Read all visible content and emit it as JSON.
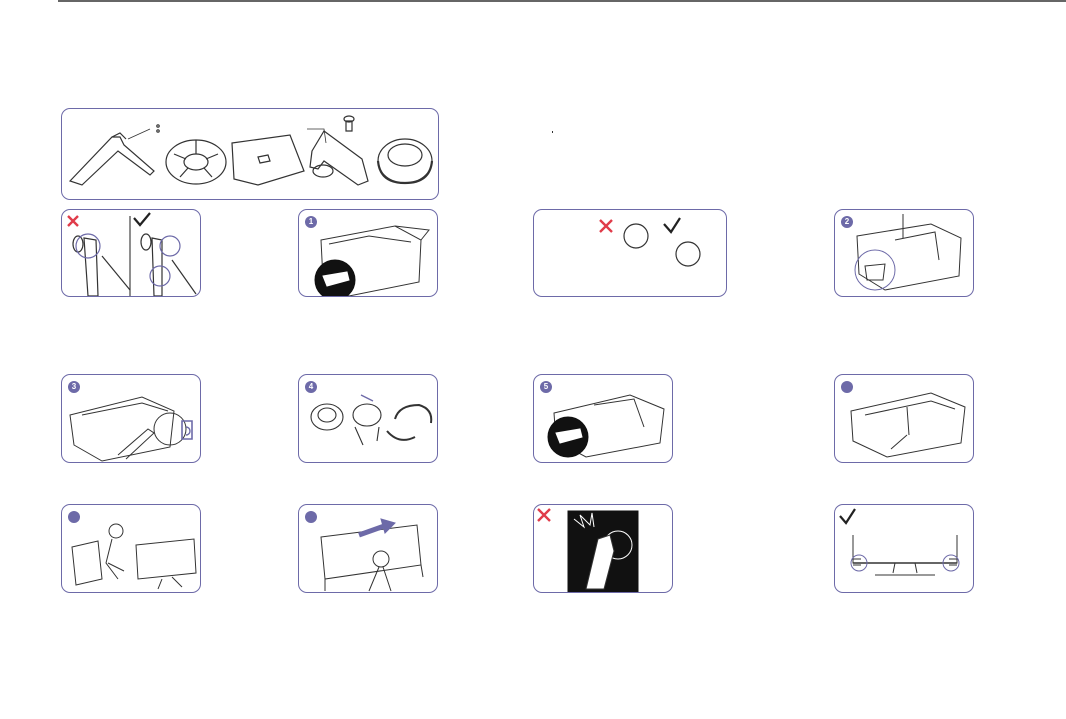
{
  "steps": {
    "s1": "1",
    "s2": "2",
    "s3": "3",
    "s4": "4",
    "s5": "5",
    "s6": "",
    "s7": "",
    "s8": ""
  },
  "colors": {
    "frame": "#6d6aa8",
    "wrong": "#e03c4a",
    "right": "#222222"
  }
}
